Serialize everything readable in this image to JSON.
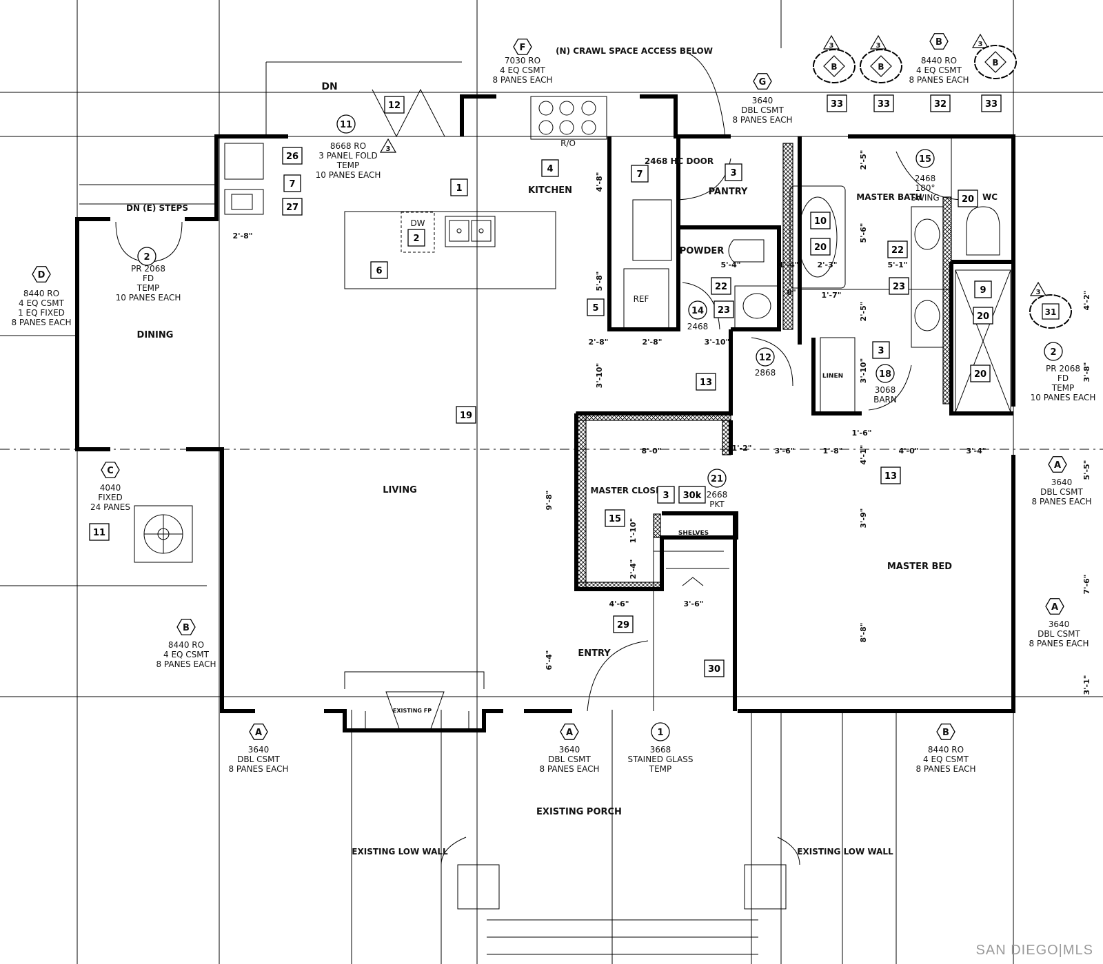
{
  "rooms": {
    "dining": "DINING",
    "living": "LIVING",
    "kitchen": "KITCHEN",
    "pantry": "PANTRY",
    "powder": "POWDER",
    "master_bath": "MASTER BATH",
    "wc": "WC",
    "master_closet": "MASTER CLOSET",
    "master_bed": "MASTER BED",
    "entry": "ENTRY",
    "existing_porch": "EXISTING PORCH"
  },
  "notes": {
    "crawl_space": "(N) CRAWL SPACE ACCESS BELOW",
    "hc_door": "2468 HC DOOR",
    "steps": "DN (E) STEPS",
    "dn_top": "DN",
    "dn_left": "DN",
    "shelves": "SHELVES",
    "linen": "LINEN",
    "existing_fp": "EXISTING FP",
    "low_wall_left": "EXISTING LOW WALL",
    "low_wall_right": "EXISTING LOW WALL",
    "ref": "REF",
    "dw": "DW",
    "ro": "R/O"
  },
  "window_specs": {
    "F": "7030 RO|4 EQ CSMT|8 PANES EACH",
    "G": "3640|DBL CSMT|8 PANES EACH",
    "B_top": "8440 RO|4 EQ CSMT|8 PANES EACH",
    "D": "8440 RO|4 EQ CSMT|1 EQ FIXED|8 PANES EACH",
    "door2_left": "PR 2068|FD|TEMP|10 PANES EACH",
    "door11": "8668 RO|3 PANEL FOLD|TEMP|10 PANES EACH",
    "C": "4040|FIXED|24 PANES",
    "B_left": "8440 RO|4 EQ CSMT|8 PANES EACH",
    "A_bottom_left": "3640|DBL CSMT|8 PANES EACH",
    "A_bottom_mid": "3640|DBL CSMT|8 PANES EACH",
    "door1": "3668|STAINED GLASS|TEMP",
    "B_bottom_right": "8440 RO|4 EQ CSMT|8 PANES EACH",
    "door2_right": "PR 2068|FD|TEMP|10 PANES EACH",
    "A_right_upper": "3640|DBL CSMT|8 PANES EACH",
    "A_right_lower": "3640|DBL CSMT|8 PANES EACH",
    "door15": "2468|180°|SWING",
    "door14": "2468",
    "door12": "2868",
    "door18": "3068|BARN",
    "door21": "2668|PKT"
  },
  "hex_tags": {
    "F": "F",
    "G": "G",
    "B1": "B",
    "D": "D",
    "C": "C",
    "B2": "B",
    "A1": "A",
    "A2": "A",
    "B3": "B",
    "A3": "A",
    "A4": "A"
  },
  "circle_tags": {
    "c11": "11",
    "c2a": "2",
    "c15": "15",
    "c14": "14",
    "c12": "12",
    "c18": "18",
    "c21": "21",
    "c1": "1",
    "c2b": "2"
  },
  "triangle_tags": {
    "t1": "3",
    "t2": "3",
    "t3": "3",
    "t4": "3",
    "t5": "3"
  },
  "cloud_tags": {
    "k1": "B",
    "k2": "B",
    "k3": "B",
    "k4": "31"
  },
  "box_tags": {
    "b12": "12",
    "b26": "26",
    "b7a": "7",
    "b27": "27",
    "b1": "1",
    "b2": "2",
    "b6": "6",
    "b4": "4",
    "b7b": "7",
    "b3a": "3",
    "b5": "5",
    "b10": "10",
    "b20a": "20",
    "b22a": "22",
    "b23a": "23",
    "b13a": "13",
    "b19": "19",
    "b33a": "33",
    "b33b": "33",
    "b32": "32",
    "b33c": "33",
    "b20b": "20",
    "b22b": "22",
    "b23b": "23",
    "b9": "9",
    "b20c": "20",
    "b3b": "3",
    "b20d": "20",
    "b13b": "13",
    "b11": "11",
    "b3c": "3",
    "b30k": "30k",
    "b15": "15",
    "b29": "29",
    "b30": "30"
  },
  "dimensions": {
    "d1": "2'-8\"",
    "d2": "4'-8\"",
    "d3": "5'-8\"",
    "d4": "2'-8\"",
    "d5": "2'-8\"",
    "d6": "3'-10\"",
    "d7": "3'-10\"",
    "d8": "5'-4\"",
    "d9": "1'-4\"",
    "d10": "2'-3\"",
    "d11": "8\"",
    "d12": "1'-7\"",
    "d13": "2'-5\"",
    "d14": "5'-6\"",
    "d15": "2'-5\"",
    "d16": "5'-1\"",
    "d17": "3'-10\"",
    "d18": "4'-2\"",
    "d19": "3'-8\"",
    "d20": "8'-0\"",
    "d21": "1'-2\"",
    "d22": "3'-6\"",
    "d23": "1'-8\"",
    "d24": "4'-1\"",
    "d25": "1'-6\"",
    "d26": "4'-0\"",
    "d27": "3'-4\"",
    "d28": "5'-5\"",
    "d29": "3'-9\"",
    "d30": "9'-8\"",
    "d31": "1'-10\"",
    "d32": "2'-4\"",
    "d33": "4'-6\"",
    "d34": "3'-6\"",
    "d35": "8'-8\"",
    "d36": "6'-4\"",
    "d37": "7'-6\"",
    "d38": "3'-1\""
  },
  "watermark": "SAN DIEGO|MLS"
}
